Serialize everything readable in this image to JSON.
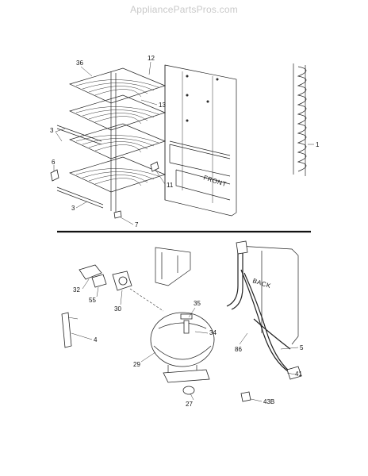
{
  "watermark": "AppliancePartsPros.com",
  "labels": {
    "p36": "36",
    "p12": "12",
    "p13": "13",
    "p3a": "3",
    "p3b": "3",
    "p6": "6",
    "p11": "11",
    "p7": "7",
    "p1": "1",
    "front": "FRONT",
    "back": "BACK",
    "p32": "32",
    "p55": "55",
    "p30": "30",
    "p35": "35",
    "p4": "4",
    "p34": "34",
    "p86": "86",
    "p5": "5",
    "p29": "29",
    "p41": "41",
    "p27": "27",
    "p43b": "43B"
  }
}
